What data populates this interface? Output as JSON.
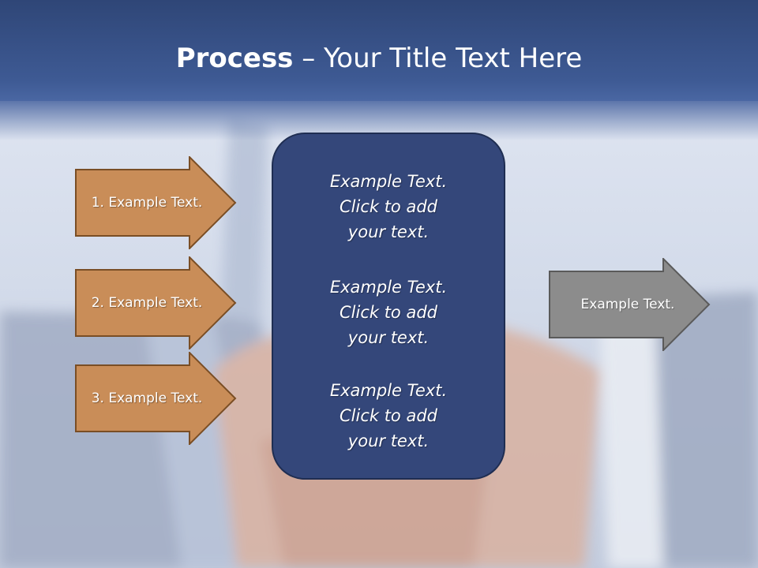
{
  "slide": {
    "title": {
      "strong": "Process",
      "rest": " – Your Title Text Here"
    },
    "steps": [
      {
        "label": "1. Example Text."
      },
      {
        "label": "2. Example Text."
      },
      {
        "label": "3. Example Text."
      }
    ],
    "center_blocks": [
      {
        "line1": "Example Text.",
        "line2": "Click  to add",
        "line3": "your text."
      },
      {
        "line1": "Example Text.",
        "line2": "Click  to add",
        "line3": "your text."
      },
      {
        "line1": "Example Text.",
        "line2": "Click  to add",
        "line3": "your text."
      }
    ],
    "output": {
      "label": "Example Text."
    }
  },
  "colors": {
    "title_bar": "#3e5a94",
    "step_arrow_fill": "#c98d58",
    "step_arrow_border": "#7a4e25",
    "center_box": "#34477a",
    "output_arrow_fill": "#8c8c8c",
    "output_arrow_border": "#5a5a5a",
    "text": "#ffffff"
  }
}
